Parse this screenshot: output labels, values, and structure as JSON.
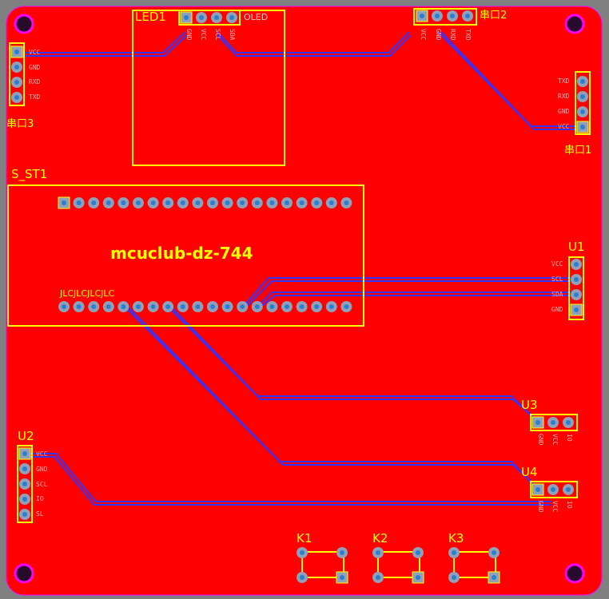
{
  "board": {
    "title": "mcuclub-dz-744",
    "colors": {
      "copper": "#ff0000",
      "trace": "#3333ff",
      "silk": "#ffff00",
      "pad": "#8fa0b8",
      "hole": "#2a7fd0",
      "background": "#808080",
      "outline": "#ff00ff"
    }
  },
  "components": {
    "led1": {
      "designator": "LED1",
      "name": "OLED",
      "pins": [
        "GND",
        "VCC",
        "SCL",
        "SDA"
      ]
    },
    "uart2": {
      "designator": "串口2",
      "pins": [
        "VCC",
        "GND",
        "RXD",
        "TXD"
      ]
    },
    "uart3": {
      "designator": "串口3",
      "pins": [
        "VCC",
        "GND",
        "RXD",
        "TXD"
      ]
    },
    "uart_right": {
      "designator": "串口1",
      "pins": [
        "TXD",
        "RXD",
        "GND",
        "VCC"
      ]
    },
    "s_st1": {
      "designator": "S_ST1",
      "overlay": "JLCJLCJLCJLC"
    },
    "u1": {
      "designator": "U1",
      "pins": [
        "VCC",
        "SCL",
        "SDA",
        "GND"
      ]
    },
    "u2": {
      "designator": "U2",
      "pins": [
        "VCC",
        "GND",
        "SCL",
        "IO",
        "SL"
      ]
    },
    "u3": {
      "designator": "U3",
      "pins": [
        "GND",
        "VCC",
        "IO"
      ]
    },
    "u4": {
      "designator": "U4",
      "pins": [
        "GND",
        "VCC",
        "IO"
      ]
    },
    "k1": {
      "designator": "K1"
    },
    "k2": {
      "designator": "K2"
    },
    "k3": {
      "designator": "K3"
    }
  }
}
